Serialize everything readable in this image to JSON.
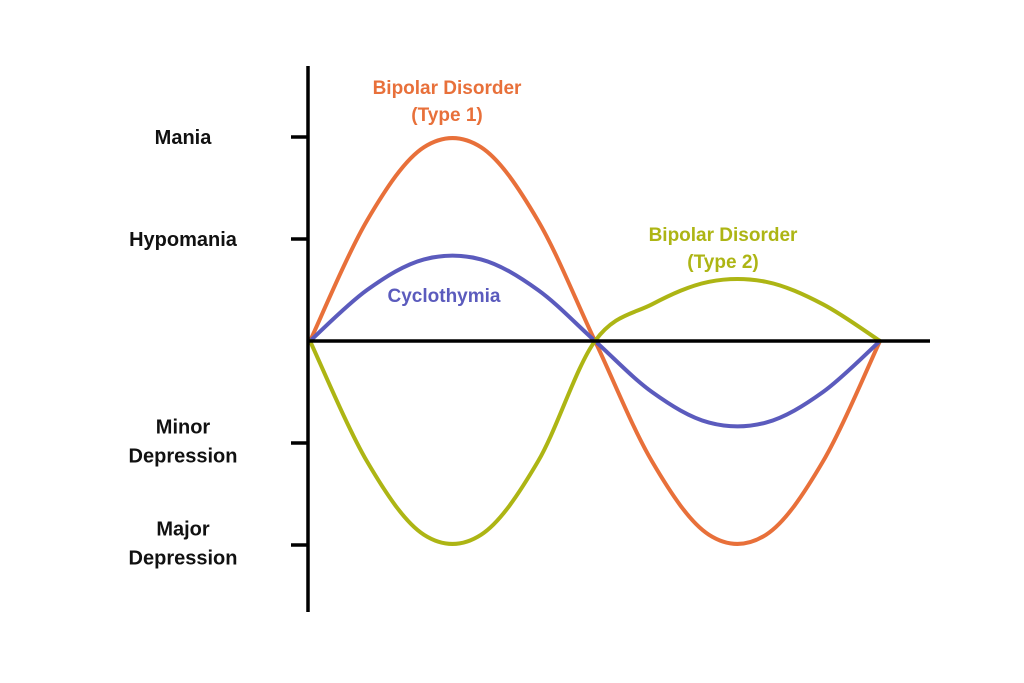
{
  "chart_data": {
    "type": "line",
    "y_ticks": [
      {
        "value": 2,
        "lines": [
          "Mania"
        ]
      },
      {
        "value": 1,
        "lines": [
          "Hypomania"
        ]
      },
      {
        "value": -1,
        "lines": [
          "Minor",
          "Depression"
        ]
      },
      {
        "value": -2,
        "lines": [
          "Major",
          "Depression"
        ]
      }
    ],
    "xlim": [
      0,
      1
    ],
    "ylim": [
      -2.5,
      2.7
    ],
    "grid": false,
    "series": [
      {
        "name": "Bipolar Disorder (Type 1)",
        "label_lines": [
          "Bipolar Disorder",
          "(Type 1)"
        ],
        "color": "#e8703a",
        "x": [
          0,
          0.1,
          0.2,
          0.3,
          0.4,
          0.5,
          0.6,
          0.7,
          0.8,
          0.9,
          1
        ],
        "y": [
          0,
          1.18,
          1.9,
          1.9,
          1.18,
          0,
          -1.18,
          -1.9,
          -1.9,
          -1.18,
          0
        ]
      },
      {
        "name": "Cyclothymia",
        "label_lines": [
          "Cyclothymia"
        ],
        "color": "#5b5bbd",
        "x": [
          0,
          0.1,
          0.2,
          0.3,
          0.4,
          0.5,
          0.6,
          0.7,
          0.8,
          0.9,
          1
        ],
        "y": [
          0,
          0.5,
          0.8,
          0.8,
          0.5,
          0,
          -0.5,
          -0.8,
          -0.8,
          -0.5,
          0
        ]
      },
      {
        "name": "Bipolar Disorder (Type 2)",
        "label_lines": [
          "Bipolar Disorder",
          "(Type 2)"
        ],
        "color": "#adb514",
        "x": [
          0,
          0.1,
          0.2,
          0.3,
          0.4,
          0.5,
          0.6,
          0.7,
          0.8,
          0.9,
          1
        ],
        "y": [
          0,
          -1.18,
          -1.9,
          -1.9,
          -1.18,
          0,
          0.36,
          0.58,
          0.58,
          0.36,
          0
        ]
      }
    ]
  }
}
